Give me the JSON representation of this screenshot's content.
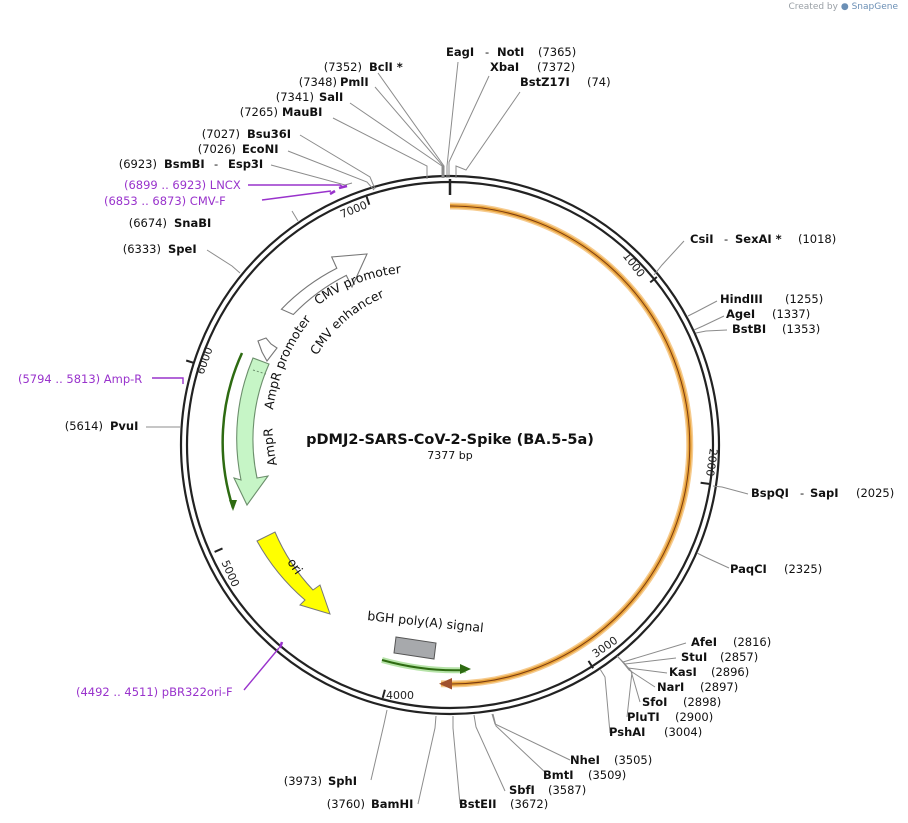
{
  "credit": {
    "prefix": "Created by",
    "brand": "SnapGene"
  },
  "plasmid": {
    "name": "pDMJ2-SARS-CoV-2-Spike (BA.5-5a)",
    "size_label": "7377 bp"
  },
  "colors": {
    "backbone": "#222222",
    "orf_outline": "#e8a33c",
    "orf_core": "#a0522d",
    "primer": "#9933cc",
    "promoter": "#ffffff",
    "ampr_gene": "#c6f5c6",
    "ori": "#ffff00",
    "terminator": "#a7a9ac",
    "arrow_green": "#3a7d1e"
  },
  "ticks": [
    "1000",
    "2000",
    "3000",
    "4000",
    "5000",
    "6000",
    "7000"
  ],
  "sites": {
    "eagI": "EagI",
    "notI": "NotI",
    "pos_7365": "(7365)",
    "xbaI": "XbaI",
    "pos_7372": "(7372)",
    "bstZ17I": "BstZ17I",
    "pos_74": "(74)",
    "pos_7352": "(7352)",
    "bclI": "BclI *",
    "pos_7348": "(7348)",
    "pmlI": "PmlI",
    "pos_7341": "(7341)",
    "salI": "SalI",
    "pos_7265": "(7265)",
    "mauBI": "MauBI",
    "pos_7027": "(7027)",
    "bsu36I": "Bsu36I",
    "pos_7026": "(7026)",
    "ecoNI": "EcoNI",
    "pos_6923": "(6923)",
    "bsmBI": "BsmBI",
    "esp3I": "Esp3I",
    "pos_6674": "(6674)",
    "snaBI": "SnaBI",
    "pos_6333": "(6333)",
    "speI": "SpeI",
    "pos_5614": "(5614)",
    "pvuI": "PvuI",
    "csiI": "CsiI",
    "sexAI": "SexAI *",
    "pos_1018": "(1018)",
    "hindIII": "HindIII",
    "pos_1255": "(1255)",
    "ageI": "AgeI",
    "pos_1337": "(1337)",
    "bstBI": "BstBI",
    "pos_1353": "(1353)",
    "bspQI": "BspQI",
    "sapI": "SapI",
    "pos_2025": "(2025)",
    "paqCI": "PaqCI",
    "pos_2325": "(2325)",
    "afeI": "AfeI",
    "pos_2816": "(2816)",
    "stuI": "StuI",
    "pos_2857": "(2857)",
    "kasI": "KasI",
    "pos_2896": "(2896)",
    "narI": "NarI",
    "pos_2897": "(2897)",
    "sfoI": "SfoI",
    "pos_2898": "(2898)",
    "pluTI": "PluTI",
    "pos_2900": "(2900)",
    "pshAI": "PshAI",
    "pos_3004": "(3004)",
    "nheI": "NheI",
    "pos_3505": "(3505)",
    "bmtI": "BmtI",
    "pos_3509": "(3509)",
    "sbfI": "SbfI",
    "pos_3587": "(3587)",
    "pos_3973": "(3973)",
    "sphI": "SphI",
    "pos_3760": "(3760)",
    "bamHI": "BamHI",
    "bstEII": "BstEII",
    "pos_3672": "(3672)"
  },
  "primers": {
    "lncx": "(6899 .. 6923)  LNCX",
    "cmvf": "(6853 .. 6873)  CMV-F",
    "ampr": "(5794 .. 5813)  Amp-R",
    "pbr": "(4492 .. 4511)  pBR322ori-F"
  },
  "features": {
    "cmv_promoter": "CMV promoter",
    "cmv_enhancer": "CMV enhancer",
    "ampr_promoter": "AmpR promoter",
    "ampr": "AmpR",
    "ori": "ori",
    "bgh": "bGH poly(A) signal"
  }
}
